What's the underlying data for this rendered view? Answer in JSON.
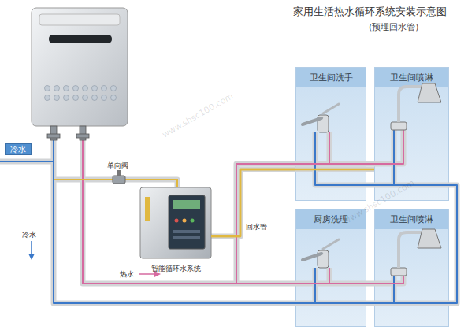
{
  "diagram": {
    "title": "家用生活热水循环系统安装示意图",
    "nodes": [
      {
        "text": [
          "卫生间洗手"
        ]
      },
      {
        "text": [
          "卫生间喷淋"
        ]
      },
      {
        "text": [
          "冷水"
        ]
      },
      {
        "text": [
          "智能循环水系统"
        ]
      },
      {
        "text": [
          "厨房洗理"
        ]
      },
      {
        "text": [
          "卫生间喷淋"
        ]
      }
    ],
    "edges": [
      {
        "from": 0,
        "to": 3,
        "label": "回水管",
        "arrow": "none"
      },
      {
        "from": 1,
        "to": 3,
        "arrow": "none"
      }
    ],
    "labels": [
      "(预埋回水管)",
      "单向阀",
      "冷水",
      "热水",
      "www.shsc100.com",
      "www.shsc100.com"
    ]
  }
}
